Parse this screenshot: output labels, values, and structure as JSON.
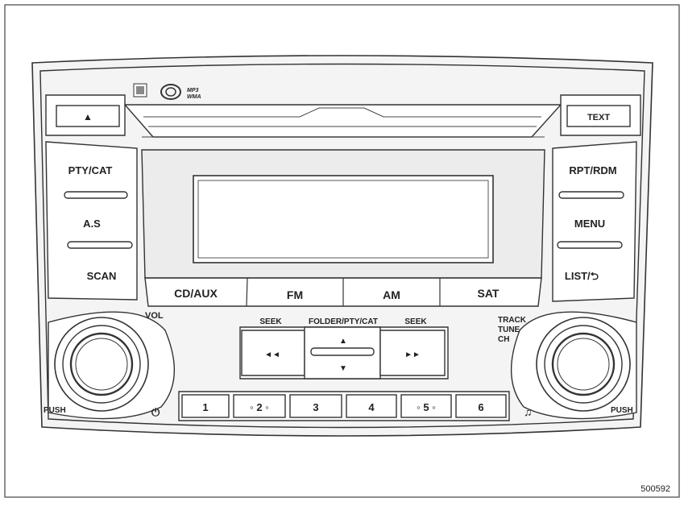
{
  "logos": {
    "format_badge": "MP3\nWMA",
    "format_line1": "MP3",
    "format_line2": "WMA"
  },
  "eject": {
    "symbol": "▲"
  },
  "text_button": "TEXT",
  "left_buttons": [
    "PTY/CAT",
    "A.S",
    "SCAN"
  ],
  "right_buttons": [
    "RPT/RDM",
    "MENU",
    "LIST/⮌"
  ],
  "source_buttons": [
    "CD/AUX",
    "FM",
    "AM",
    "SAT"
  ],
  "knob_left": {
    "top_label": "VOL",
    "bottom_label": "PUSH",
    "power_symbol": "⏻"
  },
  "knob_right": {
    "label_line1": "TRACK",
    "label_line2": "TUNE",
    "label_line3": "CH",
    "bottom_label": "PUSH",
    "music_symbol": "♫"
  },
  "nav": {
    "seek_left": "SEEK",
    "seek_right": "SEEK",
    "center_label": "FOLDER/PTY/CAT",
    "left_arrows": "◄◄",
    "right_arrows": "►►",
    "up_arrow": "▲",
    "down_arrow": "▼"
  },
  "presets": [
    "1",
    "◦ 2 ◦",
    "3",
    "4",
    "◦ 5 ◦",
    "6"
  ],
  "figure_id": "500592",
  "colors": {
    "stroke": "#333333",
    "face": "#f4f4f4",
    "panel": "#ececec"
  }
}
